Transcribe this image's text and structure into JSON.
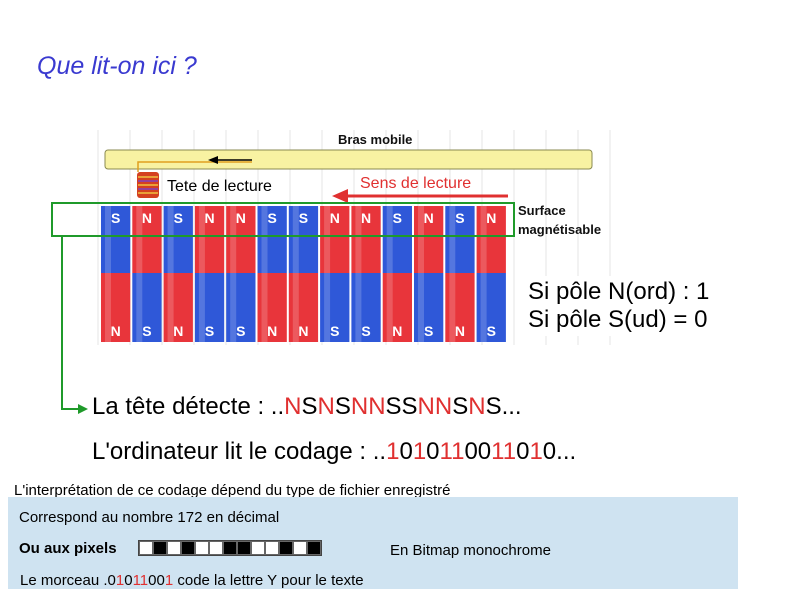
{
  "title": "Que lit-on ici ?",
  "diagram": {
    "arm_label": "Bras mobile",
    "head_label": "Tete de lecture",
    "direction_label": "Sens de lecture",
    "surface_label_line1": "Surface",
    "surface_label_line2": "magnétisable",
    "top_poles": [
      "S",
      "N",
      "S",
      "N",
      "N",
      "S",
      "S",
      "N",
      "N",
      "S",
      "N",
      "S",
      "N"
    ],
    "bottom_poles": [
      "N",
      "S",
      "N",
      "S",
      "S",
      "N",
      "N",
      "S",
      "S",
      "N",
      "S",
      "N",
      "S"
    ],
    "colors": {
      "red": "#e8353b",
      "blue": "#2f58d8",
      "green": "#1f9a2a",
      "arm": "#f8f2a2",
      "label_red": "#e03030"
    }
  },
  "rules": {
    "north": "Si pôle N(ord) : 1",
    "south": "Si pôle S(ud) = 0"
  },
  "detect": {
    "prefix": "La tête détecte : ..",
    "sequence": [
      {
        "t": "N",
        "c": "red"
      },
      {
        "t": "S",
        "c": "blk"
      },
      {
        "t": "N",
        "c": "red"
      },
      {
        "t": "S",
        "c": "blk"
      },
      {
        "t": "NN",
        "c": "red"
      },
      {
        "t": "SS",
        "c": "blk"
      },
      {
        "t": "NN",
        "c": "red"
      },
      {
        "t": "S",
        "c": "blk"
      },
      {
        "t": "N",
        "c": "red"
      },
      {
        "t": "S",
        "c": "blk"
      }
    ],
    "suffix": "..."
  },
  "code": {
    "prefix": "L'ordinateur lit le codage : ..",
    "sequence": [
      {
        "t": "1",
        "c": "red"
      },
      {
        "t": "0",
        "c": "blk"
      },
      {
        "t": "1",
        "c": "red"
      },
      {
        "t": "0",
        "c": "blk"
      },
      {
        "t": "11",
        "c": "red"
      },
      {
        "t": "00",
        "c": "blk"
      },
      {
        "t": "11",
        "c": "red"
      },
      {
        "t": "0",
        "c": "blk"
      },
      {
        "t": "1",
        "c": "red"
      },
      {
        "t": "0",
        "c": "blk"
      }
    ],
    "suffix": "..."
  },
  "note": "L'interprétation de ce codage dépend du type de fichier enregistré",
  "decimal_line": "Correspond au nombre 172 en décimal",
  "pixels_label": "Ou aux pixels",
  "pixels": [
    0,
    1,
    0,
    1,
    0,
    0,
    1,
    1,
    0,
    0,
    1,
    0,
    1
  ],
  "bitmap_label": "En Bitmap monochrome",
  "letter": {
    "prefix": "Le morceau .",
    "sequence": [
      {
        "t": "0",
        "c": "blk"
      },
      {
        "t": "1",
        "c": "red"
      },
      {
        "t": "0",
        "c": "blk"
      },
      {
        "t": "11",
        "c": "red"
      },
      {
        "t": "00",
        "c": "blk"
      },
      {
        "t": "1",
        "c": "red"
      }
    ],
    "suffix": " code la lettre Y pour le texte"
  }
}
